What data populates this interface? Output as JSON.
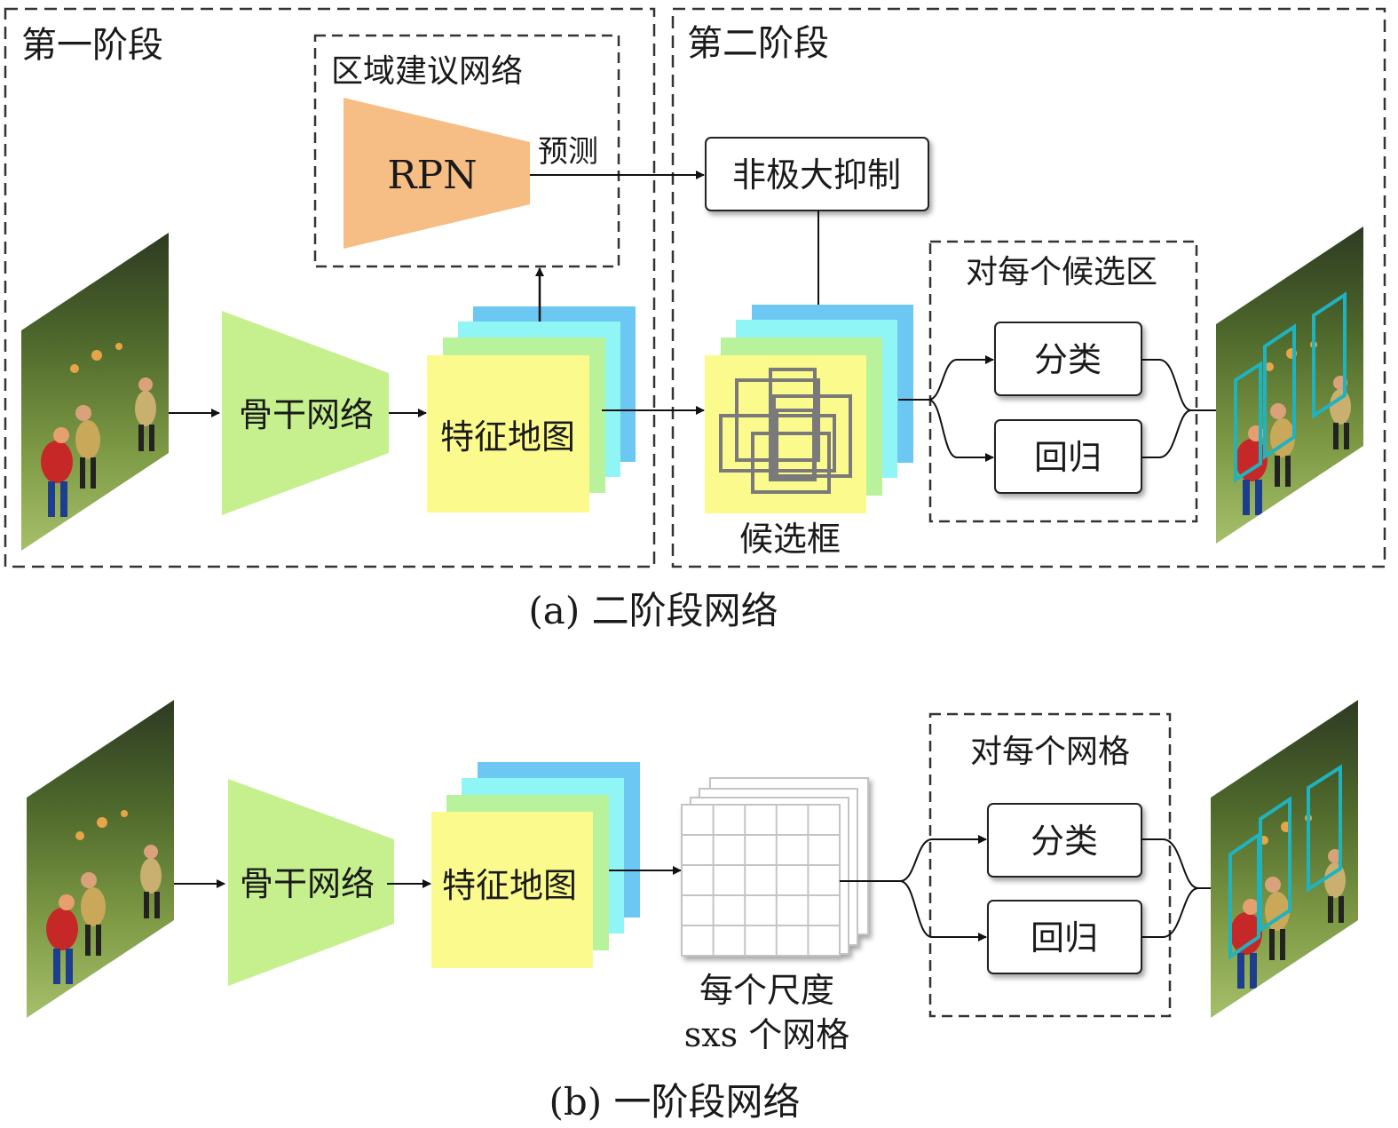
{
  "top": {
    "stage1_label": "第一阶段",
    "stage2_label": "第二阶段",
    "rpn_group_label": "区域建议网络",
    "rpn_label": "RPN",
    "predict_label": "预测",
    "nms_label": "非极大抑制",
    "backbone_label": "骨干网络",
    "feature_map_label": "特征地图",
    "candidate_box_label": "候选框",
    "per_candidate_label": "对每个候选区",
    "classify_label": "分类",
    "regress_label": "回归",
    "caption": "(a) 二阶段网络"
  },
  "bottom": {
    "backbone_label": "骨干网络",
    "feature_map_label": "特征地图",
    "grid_label_line1": "每个尺度",
    "grid_label_line2": "sxs 个网格",
    "per_grid_label": "对每个网格",
    "classify_label": "分类",
    "regress_label": "回归",
    "caption": "(b) 一阶段网络"
  },
  "colors": {
    "rpn_orange": "#f6bd84",
    "backbone_green": "#c5f08d",
    "map_yellow": "#fbfa8c",
    "map_green": "#b8f29a",
    "map_cyan": "#8ff5f5",
    "map_blue": "#6cc7f2",
    "detection_box_teal": "#1fb3c0",
    "proposal_box_gray": "#7a7a7a"
  }
}
